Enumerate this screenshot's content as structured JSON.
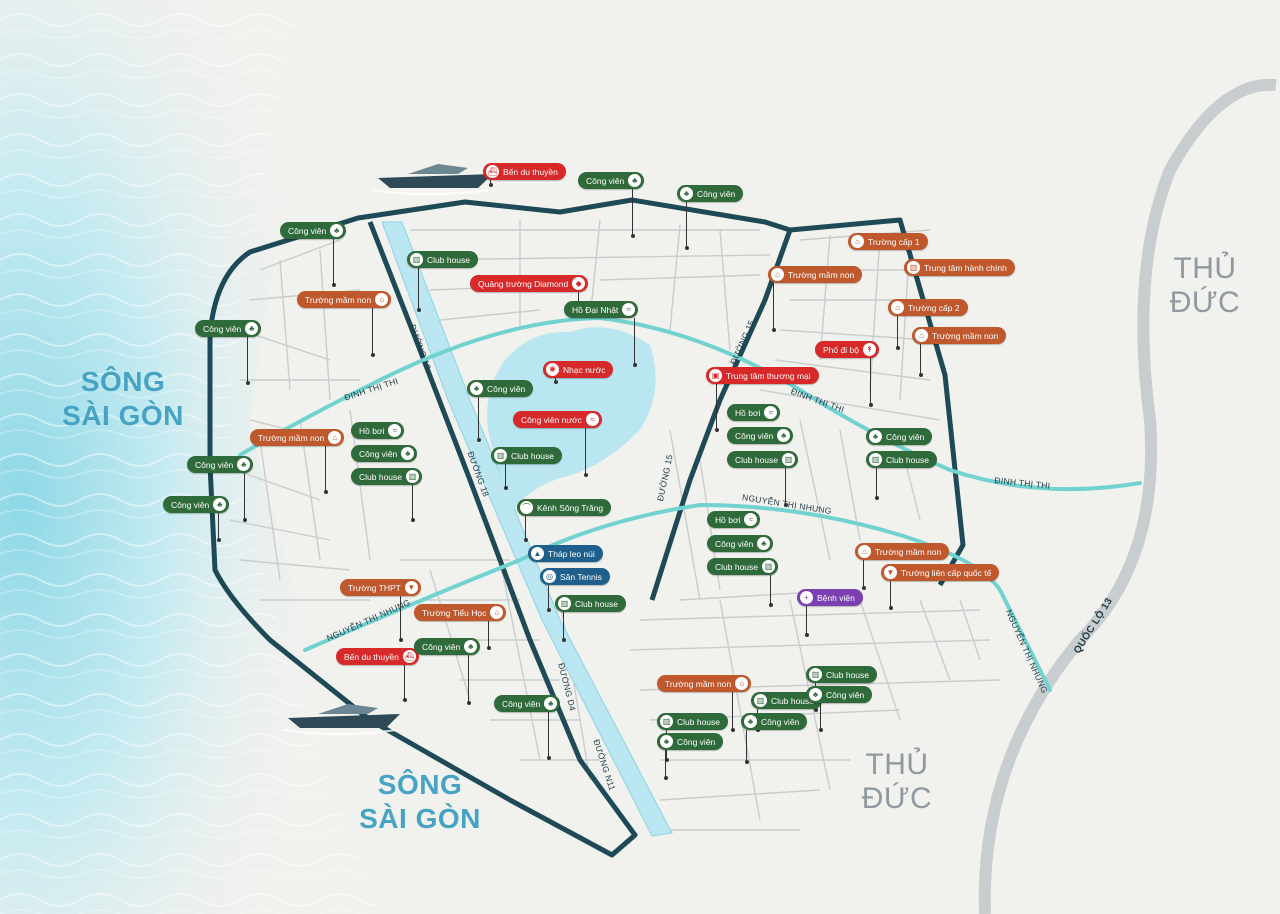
{
  "regions": {
    "song_sai_gon_1": "SÔNG\nSÀI GÒN",
    "song_sai_gon_2": "SÔNG\nSÀI GÒN",
    "thu_duc_1": "THỦ\nĐỨC",
    "thu_duc_2": "THỦ\nĐỨC"
  },
  "roads": {
    "dinh_thi_thi_w": "ĐINH THỊ THI",
    "dinh_thi_thi_e": "ĐINH THỊ THI",
    "dinh_thi_thi_far": "ĐINH THỊ THI",
    "nguyen_thi_nhung_w": "NGUYỄN THỊ NHUNG",
    "nguyen_thi_nhung_e": "NGUYỄN THỊ NHUNG",
    "nguyen_thi_nhung_se": "NGUYỄN THỊ NHUNG",
    "duong_18_a": "ĐƯỜNG 18",
    "duong_18_b": "ĐƯỜNG 18",
    "duong_15_a": "ĐƯỜNG 15",
    "duong_15_b": "ĐƯỜNG 15",
    "duong_d4": "ĐƯỜNG D4",
    "duong_n11": "ĐƯỜNG N11",
    "quoc_lo_13": "QUỐC LỘ 13"
  },
  "icons": {
    "tree": "♣",
    "building": "▥",
    "pool": "≈",
    "school": "⌂",
    "boat": "⛴",
    "fountain": "✺",
    "shop": "▣",
    "diamond": "◆",
    "climb": "▲",
    "tennis": "◎",
    "hospital": "+",
    "bridge": "⌒",
    "grad": "▼",
    "walk": "↟"
  },
  "colors": {
    "green": "#2f6a3a",
    "orange": "#c0582d",
    "red": "#d7282a",
    "blue": "#1f5f8b",
    "purple": "#7b3fb2",
    "road_main": "#1d4a56",
    "road_cyan": "#72d2cf",
    "canal": "#b9e6f0"
  },
  "pois": [
    {
      "id": "ben-du-thuyen-top",
      "label": "Bến du thuyền",
      "type": "red",
      "icon": "boat",
      "iconLeft": true
    },
    {
      "id": "cong-vien-top1",
      "label": "Công viên",
      "type": "green",
      "icon": "tree"
    },
    {
      "id": "cong-vien-top2",
      "label": "Công viên",
      "type": "green",
      "icon": "tree",
      "iconLeft": true
    },
    {
      "id": "cong-vien-nw",
      "label": "Công viên",
      "type": "green",
      "icon": "tree"
    },
    {
      "id": "club-house-nw",
      "label": "Club house",
      "type": "green",
      "icon": "building",
      "iconLeft": true
    },
    {
      "id": "quang-truong",
      "label": "Quảng trường Diamond",
      "type": "red",
      "icon": "diamond"
    },
    {
      "id": "ho-dai-nhat",
      "label": "Hồ Đại Nhật",
      "type": "green",
      "icon": "pool"
    },
    {
      "id": "truong-mam-non-nw",
      "label": "Trường mầm non",
      "type": "orange",
      "icon": "school"
    },
    {
      "id": "cong-vien-w1",
      "label": "Công viên",
      "type": "green",
      "icon": "tree"
    },
    {
      "id": "nhac-nuoc",
      "label": "Nhạc nước",
      "type": "red",
      "icon": "fountain",
      "iconLeft": true
    },
    {
      "id": "cong-vien-lake",
      "label": "Công viên",
      "type": "green",
      "icon": "tree",
      "iconLeft": true
    },
    {
      "id": "cong-vien-nuoc",
      "label": "Công viên nước",
      "type": "red",
      "icon": "pool"
    },
    {
      "id": "truong-mam-non-w",
      "label": "Trường mầm non",
      "type": "orange",
      "icon": "school"
    },
    {
      "id": "ho-boi-w",
      "label": "Hồ bơi",
      "type": "green",
      "icon": "pool"
    },
    {
      "id": "cong-vien-w2",
      "label": "Công viên",
      "type": "green",
      "icon": "tree"
    },
    {
      "id": "club-house-w",
      "label": "Club house",
      "type": "green",
      "icon": "building"
    },
    {
      "id": "cong-vien-w3",
      "label": "Công viên",
      "type": "green",
      "icon": "tree"
    },
    {
      "id": "cong-vien-w4",
      "label": "Công viên",
      "type": "green",
      "icon": "tree"
    },
    {
      "id": "club-house-lake",
      "label": "Club house",
      "type": "green",
      "icon": "building",
      "iconLeft": true
    },
    {
      "id": "kenh-song-trang",
      "label": "Kênh Sông Trăng",
      "type": "green",
      "icon": "bridge",
      "iconLeft": true
    },
    {
      "id": "thap-leo-nui",
      "label": "Tháp leo núi",
      "type": "blue",
      "icon": "climb",
      "iconLeft": true
    },
    {
      "id": "san-tennis",
      "label": "Sân Tennis",
      "type": "blue",
      "icon": "tennis",
      "iconLeft": true
    },
    {
      "id": "club-house-canal",
      "label": "Club house",
      "type": "green",
      "icon": "building",
      "iconLeft": true
    },
    {
      "id": "truong-thpt",
      "label": "Trường THPT",
      "type": "orange",
      "icon": "grad"
    },
    {
      "id": "truong-tieu-hoc",
      "label": "Trường Tiểu Học",
      "type": "orange",
      "icon": "school"
    },
    {
      "id": "ben-du-thuyen-sw",
      "label": "Bến du thuyền",
      "type": "red",
      "icon": "boat"
    },
    {
      "id": "cong-vien-sw1",
      "label": "Công viên",
      "type": "green",
      "icon": "tree"
    },
    {
      "id": "cong-vien-sw2",
      "label": "Công viên",
      "type": "green",
      "icon": "tree"
    },
    {
      "id": "truong-cap-1",
      "label": "Trường cấp 1",
      "type": "orange",
      "icon": "school",
      "iconLeft": true
    },
    {
      "id": "trung-tam-hanh-chinh",
      "label": "Trung tâm hành chính",
      "type": "orange",
      "icon": "building",
      "iconLeft": true
    },
    {
      "id": "truong-mam-non-ne",
      "label": "Trường mầm non",
      "type": "orange",
      "icon": "school",
      "iconLeft": true
    },
    {
      "id": "truong-cap-2",
      "label": "Trường cấp 2",
      "type": "orange",
      "icon": "school",
      "iconLeft": true
    },
    {
      "id": "truong-mam-non-e",
      "label": "Trường mầm non",
      "type": "orange",
      "icon": "school",
      "iconLeft": true
    },
    {
      "id": "pho-di-bo",
      "label": "Phố đi bộ",
      "type": "red",
      "icon": "walk"
    },
    {
      "id": "trung-tam-thuong-mai",
      "label": "Trung tâm thương mại",
      "type": "red",
      "icon": "shop",
      "iconLeft": true
    },
    {
      "id": "ho-boi-e",
      "label": "Hồ bơi",
      "type": "green",
      "icon": "pool"
    },
    {
      "id": "cong-vien-e1",
      "label": "Công viên",
      "type": "green",
      "icon": "tree"
    },
    {
      "id": "club-house-e1",
      "label": "Club house",
      "type": "green",
      "icon": "building"
    },
    {
      "id": "cong-vien-e2",
      "label": "Công viên",
      "type": "green",
      "icon": "tree",
      "iconLeft": true
    },
    {
      "id": "club-house-e2",
      "label": "Club house",
      "type": "green",
      "icon": "building",
      "iconLeft": true
    },
    {
      "id": "ho-boi-se",
      "label": "Hồ bơi",
      "type": "green",
      "icon": "pool"
    },
    {
      "id": "cong-vien-se",
      "label": "Công viên",
      "type": "green",
      "icon": "tree"
    },
    {
      "id": "club-house-se",
      "label": "Club house",
      "type": "green",
      "icon": "building"
    },
    {
      "id": "benh-vien",
      "label": "Bệnh viện",
      "type": "purple",
      "icon": "hospital",
      "iconLeft": true
    },
    {
      "id": "truong-mam-non-se",
      "label": "Trường mầm non",
      "type": "orange",
      "icon": "school",
      "iconLeft": true
    },
    {
      "id": "truong-lien-cap",
      "label": "Trường liên cấp quốc tế",
      "type": "orange",
      "icon": "grad",
      "iconLeft": true
    },
    {
      "id": "truong-mam-non-s",
      "label": "Trường mầm non",
      "type": "orange",
      "icon": "school"
    },
    {
      "id": "club-house-s1",
      "label": "Club house",
      "type": "green",
      "icon": "building",
      "iconLeft": true
    },
    {
      "id": "club-house-s2",
      "label": "Club house",
      "type": "green",
      "icon": "building",
      "iconLeft": true
    },
    {
      "id": "cong-vien-s1",
      "label": "Công viên",
      "type": "green",
      "icon": "tree",
      "iconLeft": true
    },
    {
      "id": "club-house-s3",
      "label": "Club house",
      "type": "green",
      "icon": "building",
      "iconLeft": true
    },
    {
      "id": "cong-vien-s2",
      "label": "Công viên",
      "type": "green",
      "icon": "tree",
      "iconLeft": true
    },
    {
      "id": "cong-vien-s3",
      "label": "Công viên",
      "type": "green",
      "icon": "tree",
      "iconLeft": true
    }
  ]
}
